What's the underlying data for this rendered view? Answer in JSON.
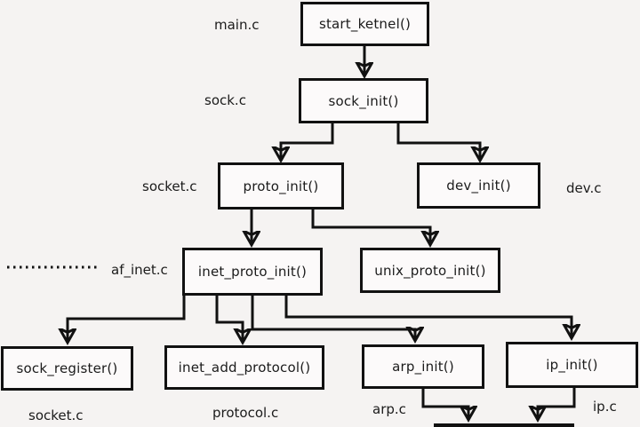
{
  "diagram": {
    "nodes": {
      "start_kernel": {
        "label": "start_ketnel()",
        "file": "main.c"
      },
      "sock_init": {
        "label": "sock_init()",
        "file": "sock.c"
      },
      "proto_init": {
        "label": "proto_init()",
        "file": "socket.c"
      },
      "dev_init": {
        "label": "dev_init()",
        "file": "dev.c"
      },
      "inet_proto_init": {
        "label": "inet_proto_init()",
        "file": "af_inet.c"
      },
      "unix_proto_init": {
        "label": "unix_proto_init()"
      },
      "sock_register": {
        "label": "sock_register()",
        "file": "socket.c"
      },
      "inet_add_protocol": {
        "label": "inet_add_protocol()",
        "file": "protocol.c"
      },
      "arp_init": {
        "label": "arp_init()",
        "file": "arp.c"
      },
      "ip_init": {
        "label": "ip_init()",
        "file": "ip.c"
      }
    },
    "edges": [
      {
        "from": "start_kernel",
        "to": "sock_init"
      },
      {
        "from": "sock_init",
        "to": "proto_init"
      },
      {
        "from": "sock_init",
        "to": "dev_init"
      },
      {
        "from": "proto_init",
        "to": "inet_proto_init"
      },
      {
        "from": "proto_init",
        "to": "unix_proto_init"
      },
      {
        "from": "inet_proto_init",
        "to": "sock_register"
      },
      {
        "from": "inet_proto_init",
        "to": "inet_add_protocol"
      },
      {
        "from": "inet_proto_init",
        "to": "arp_init"
      },
      {
        "from": "inet_proto_init",
        "to": "ip_init"
      },
      {
        "from": "arp_init",
        "to": "cutoff_box_bottom_edge"
      },
      {
        "from": "ip_init",
        "to": "cutoff_box_bottom_edge"
      }
    ],
    "colors": {
      "background": "#f5f3f2",
      "box_fill": "#fcfafa",
      "line": "#111111",
      "text": "#1b1b1b"
    }
  }
}
